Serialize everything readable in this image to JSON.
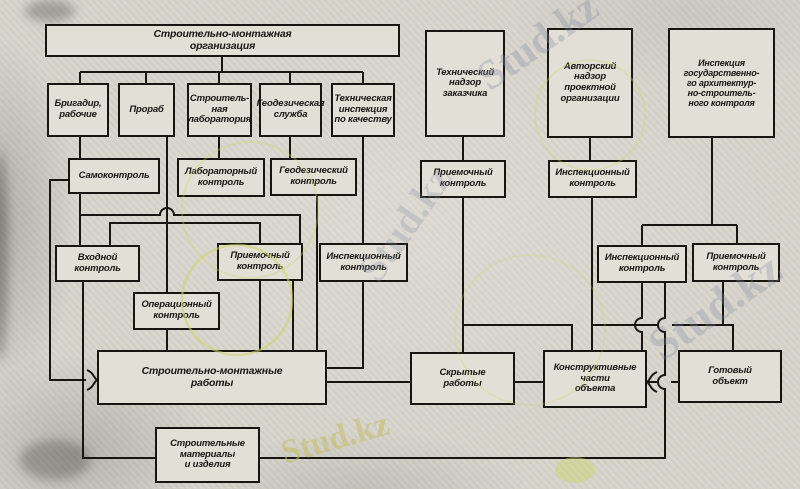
{
  "watermark": {
    "text": "Stud.kz"
  },
  "colors": {
    "paper": "#d7d4cc",
    "line": "#17150f",
    "box_fill": "#e2dfd7",
    "watermark_gray": "#828ca0",
    "watermark_yellow": "#cdd468"
  },
  "nodes": {
    "construction_org": {
      "label": "Строительно-монтажная\nорганизация"
    },
    "brigadier_workers": {
      "label": "Бригадир,\nрабочие"
    },
    "foreman": {
      "label": "Прораб"
    },
    "construction_lab": {
      "label": "Строитель-\nная\nлаборатория"
    },
    "geodesic_service": {
      "label": "Геодезическая\nслужба"
    },
    "tech_quality_inspection": {
      "label": "Техническая\nинспекция\nпо качеству"
    },
    "customer_supervision": {
      "label": "Технический\nнадзор\nзаказчика"
    },
    "author_supervision": {
      "label": "Авторский\nнадзор\nпроектной\nорганизации"
    },
    "state_inspection": {
      "label": "Инспекция\nгосударственно-\nго архитектур-\nно-строитель-\nного контроля"
    },
    "self_control": {
      "label": "Самоконтроль"
    },
    "lab_control": {
      "label": "Лабораторный\nконтроль"
    },
    "geodesic_control": {
      "label": "Геодезический\nконтроль"
    },
    "acceptance_control_customer": {
      "label": "Приемочный\nконтроль"
    },
    "inspection_control_author": {
      "label": "Инспекционный\nконтроль"
    },
    "incoming_control": {
      "label": "Входной\nконтроль"
    },
    "acceptance_control_left": {
      "label": "Приемочный\nконтроль"
    },
    "inspection_control_left": {
      "label": "Инспекционный\nконтроль"
    },
    "operational_control": {
      "label": "Операционный\nконтроль"
    },
    "inspection_control_state": {
      "label": "Инспекционный\nконтроль"
    },
    "acceptance_control_state": {
      "label": "Приемочный\nконтроль"
    },
    "construction_works": {
      "label": "Строительно-монтажные\nработы"
    },
    "hidden_works": {
      "label": "Скрытые\nработы"
    },
    "structural_parts": {
      "label": "Конструктивные\nчасти\nобъекта"
    },
    "finished_object": {
      "label": "Готовый\nобъект"
    },
    "construction_materials": {
      "label": "Строительные\nматериалы\nи изделия"
    }
  }
}
